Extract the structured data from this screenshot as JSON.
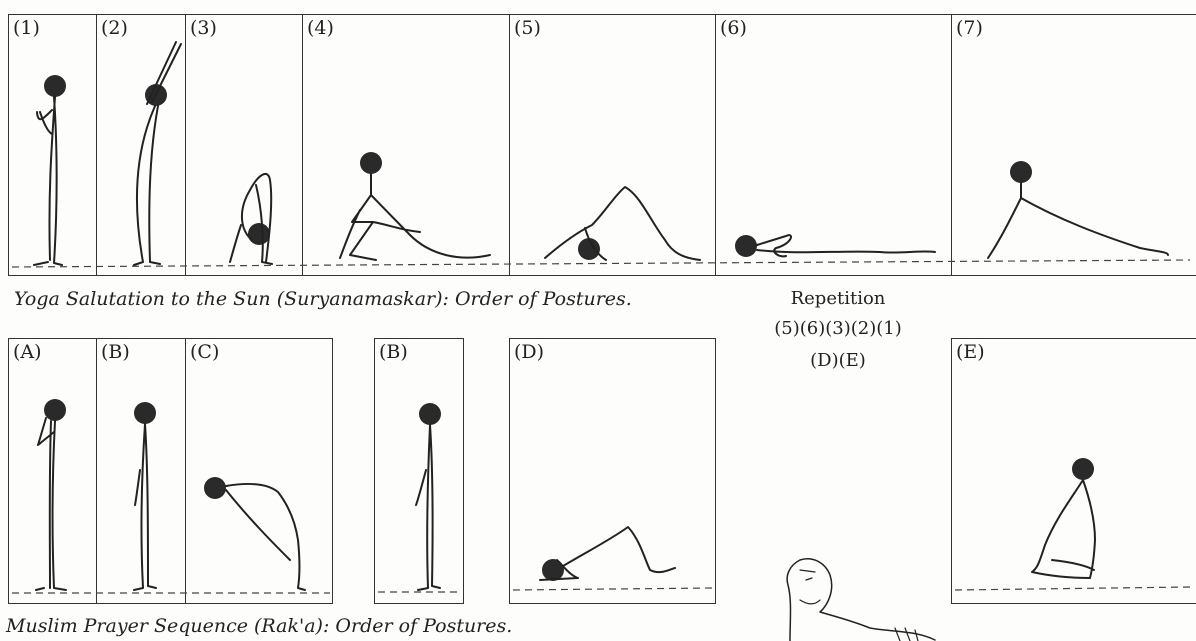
{
  "yoga": {
    "caption": "Yoga Salutation to the Sun (Suryanamaskar): Order of Postures.",
    "panels": [
      {
        "label": "(1)"
      },
      {
        "label": "(2)"
      },
      {
        "label": "(3)"
      },
      {
        "label": "(4)"
      },
      {
        "label": "(5)"
      },
      {
        "label": "(6)"
      },
      {
        "label": "(7)"
      }
    ]
  },
  "repetition": {
    "title": "Repetition",
    "line1": "(5)(6)(3)(2)(1)",
    "line2": "(D)(E)"
  },
  "prayer": {
    "caption": "Muslim Prayer Sequence (Rak'a): Order of Postures.",
    "panels": [
      {
        "label": "(A)"
      },
      {
        "label": "(B)"
      },
      {
        "label": "(C)"
      },
      {
        "label": "(B)"
      },
      {
        "label": "(D)"
      },
      {
        "label": "(E)"
      }
    ]
  }
}
